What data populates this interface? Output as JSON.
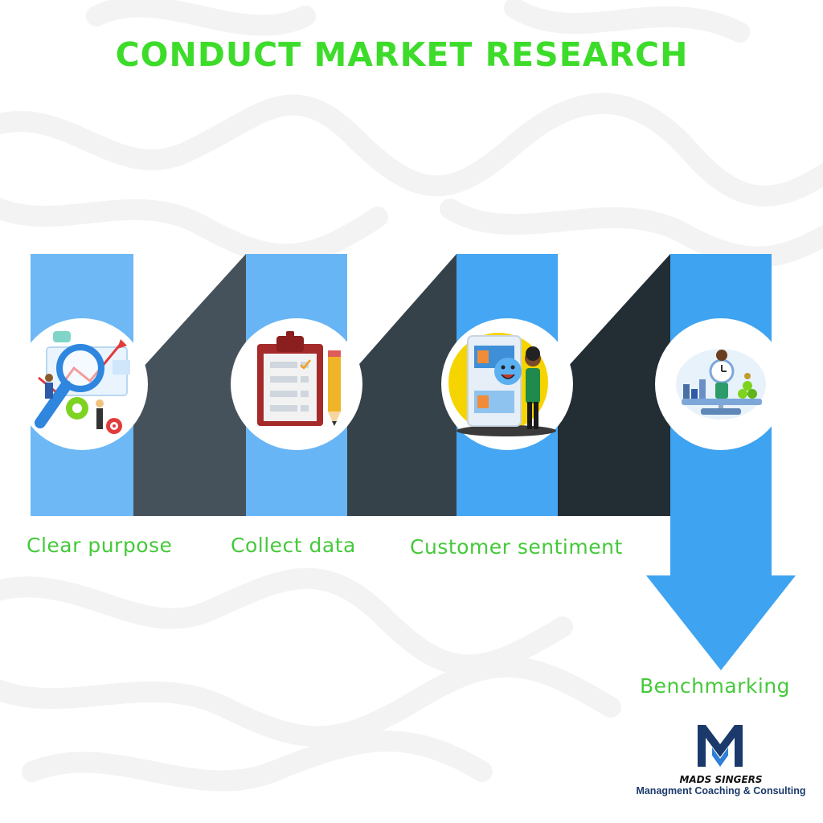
{
  "title": "CONDUCT MARKET RESEARCH",
  "steps": [
    {
      "label": "Clear purpose",
      "icon": "magnifier-analytics-icon"
    },
    {
      "label": "Collect data",
      "icon": "clipboard-pencil-icon"
    },
    {
      "label": "Customer sentiment",
      "icon": "feedback-smiley-icon"
    },
    {
      "label": "Benchmarking",
      "icon": "balance-scale-icon"
    }
  ],
  "brand": {
    "name": "MADS SINGERS",
    "tagline": "Managment Coaching & Consulting"
  },
  "colors": {
    "title": "#3ddc2a",
    "label": "#45c93a",
    "column_light": "#6db8f5",
    "column_mid": "#4aa6f2",
    "connector_dark": "#3a4650",
    "logo_navy": "#1b3a6b",
    "logo_blue": "#2f7fd6"
  }
}
